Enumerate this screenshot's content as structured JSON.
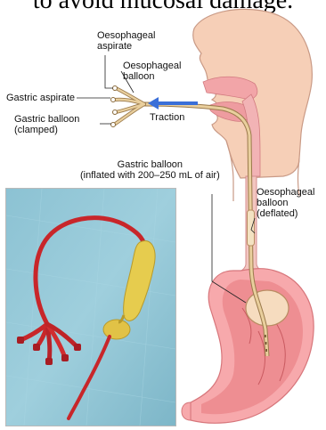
{
  "header_fragment": "to avoid mucosal damage.",
  "labels": {
    "oesophageal_aspirate": "Oesophageal\naspirate",
    "oesophageal_balloon": "Oesophageal\nballoon",
    "gastric_aspirate": "Gastric aspirate",
    "gastric_balloon_clamped": "Gastric balloon\n(clamped)",
    "traction": "Traction",
    "gastric_balloon_inflated": "Gastric balloon\n(inflated with 200–250 mL of air)",
    "oesophageal_balloon_deflated": "Oesophageal\nballoon\n(deflated)"
  },
  "colors": {
    "skin": "#f6cfb7",
    "skin_outline": "#c99a86",
    "stomach_outer": "#f7a9ac",
    "stomach_inner": "#e8797d",
    "tube": "#e9cf9d",
    "arrow": "#3a6fd8",
    "photo_bg": "#8cc2d3",
    "tube_red": "#c8262a",
    "balloon_yellow": "#e6cc4e"
  }
}
